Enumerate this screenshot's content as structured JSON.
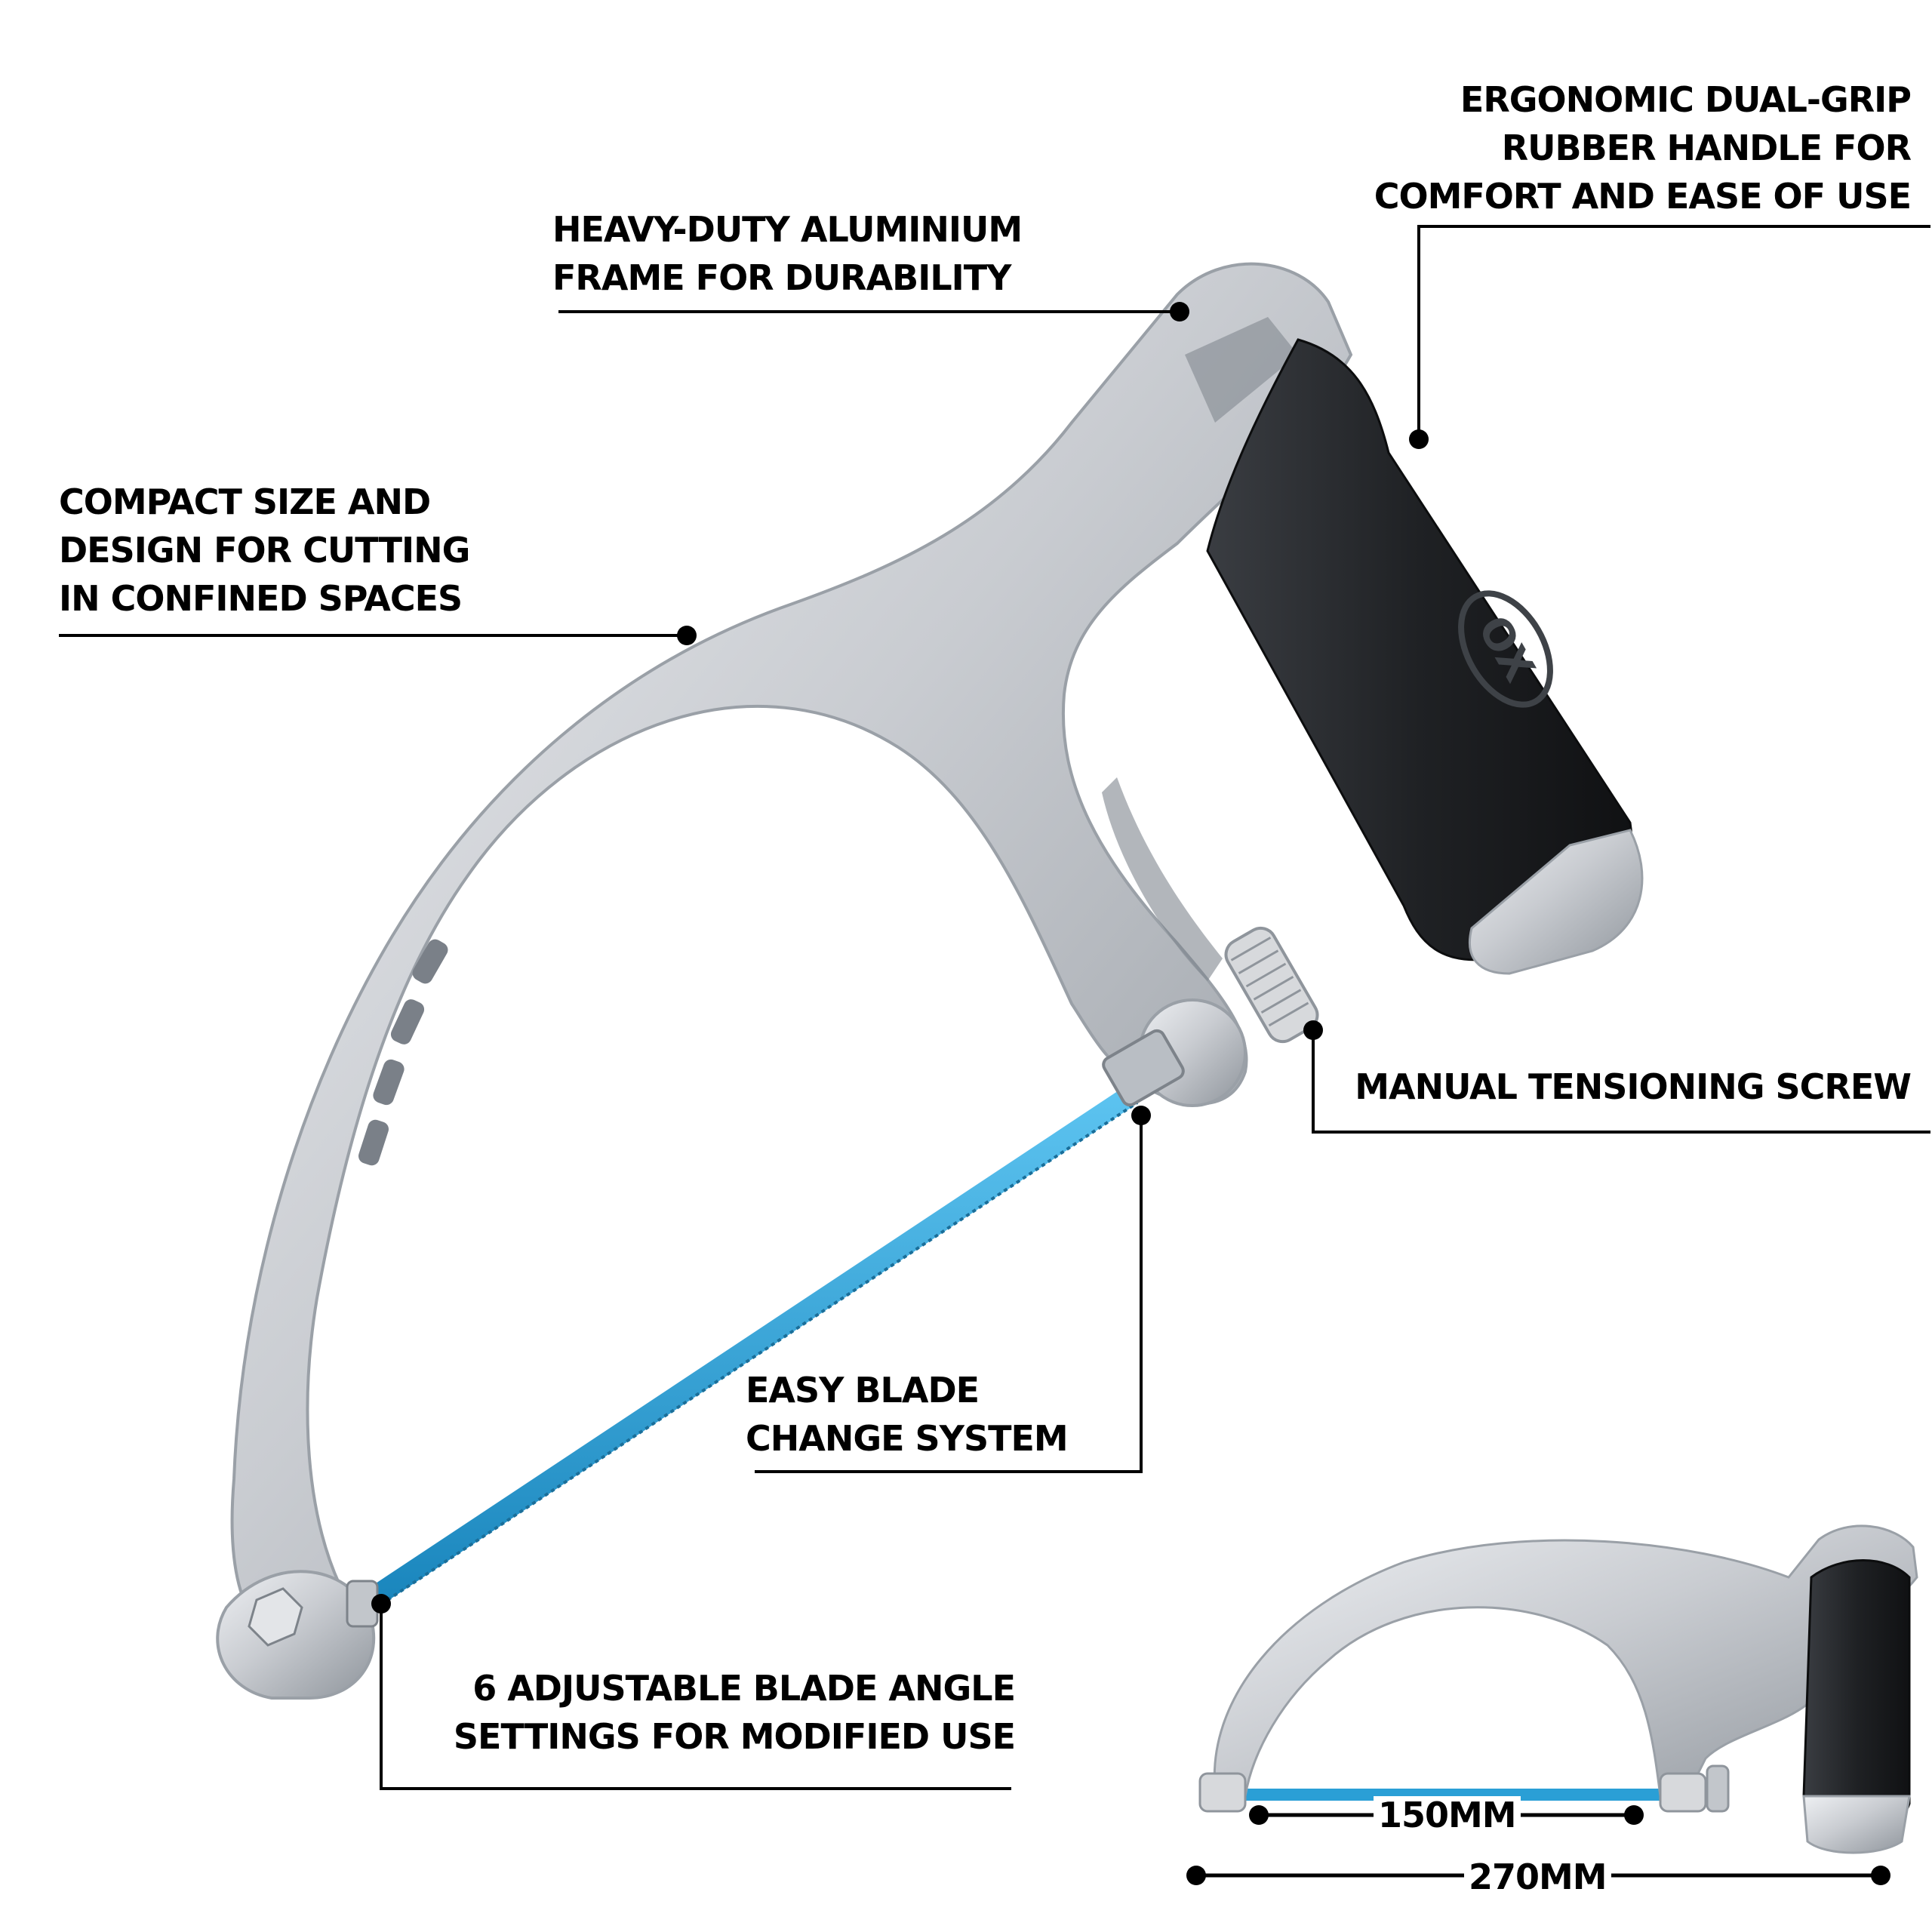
{
  "callouts": {
    "frame": {
      "line1": "HEAVY-DUTY ALUMINIUM",
      "line2": "FRAME FOR DURABILITY"
    },
    "handle": {
      "line1": "ERGONOMIC DUAL-GRIP",
      "line2": "RUBBER HANDLE FOR",
      "line3": "COMFORT AND EASE OF USE"
    },
    "compact": {
      "line1": "COMPACT SIZE AND",
      "line2": "DESIGN FOR CUTTING",
      "line3": "IN CONFINED SPACES"
    },
    "tension": {
      "line1": "MANUAL TENSIONING SCREW"
    },
    "blade_change": {
      "line1": "EASY BLADE",
      "line2": "CHANGE SYSTEM"
    },
    "angle": {
      "line1": "6 ADJUSTABLE BLADE ANGLE",
      "line2": "SETTINGS FOR MODIFIED USE"
    }
  },
  "dimensions": {
    "blade_length": "150MM",
    "overall_length": "270MM"
  },
  "colors": {
    "frame": "#c9ccd1",
    "frame_highlight": "#eef0f3",
    "frame_shadow": "#8f959c",
    "blade": "#2a9fd6",
    "handle": "#1f2124",
    "line": "#000000"
  },
  "icons": {
    "logo": "ox-brand-logo"
  },
  "logo_text": "OX"
}
